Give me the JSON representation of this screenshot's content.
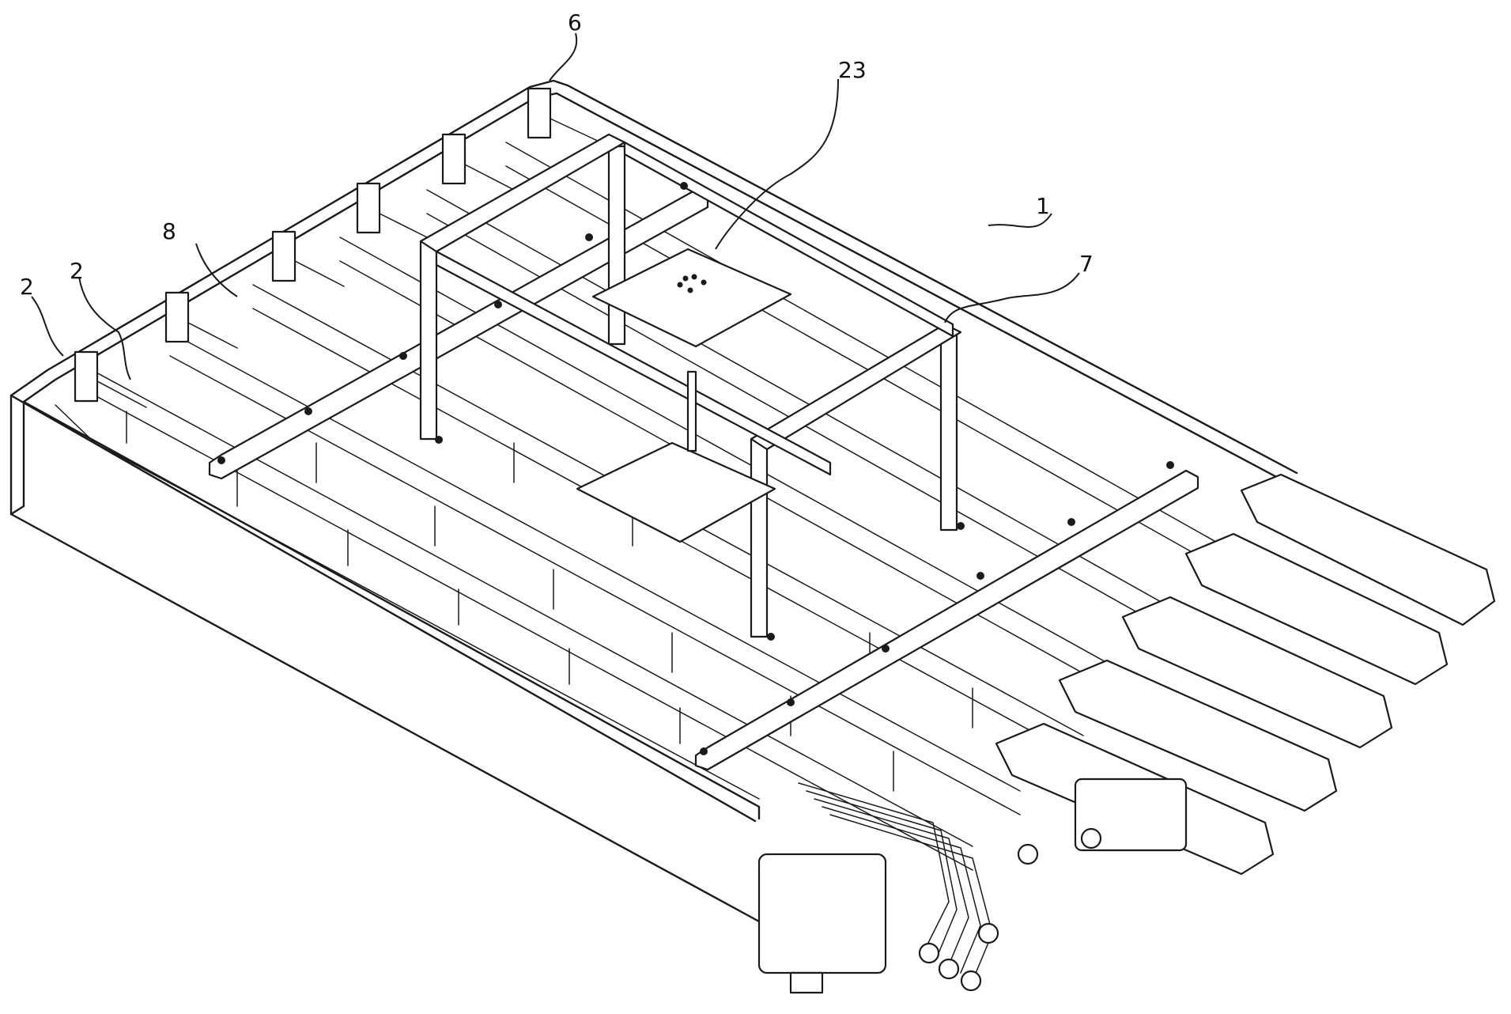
{
  "labels": {
    "l1": "1",
    "l2a": "2",
    "l2b": "2",
    "l6": "6",
    "l7": "7",
    "l8": "8",
    "l23": "23"
  },
  "colors": {
    "line": "#1a1a1a",
    "background": "#ffffff"
  }
}
